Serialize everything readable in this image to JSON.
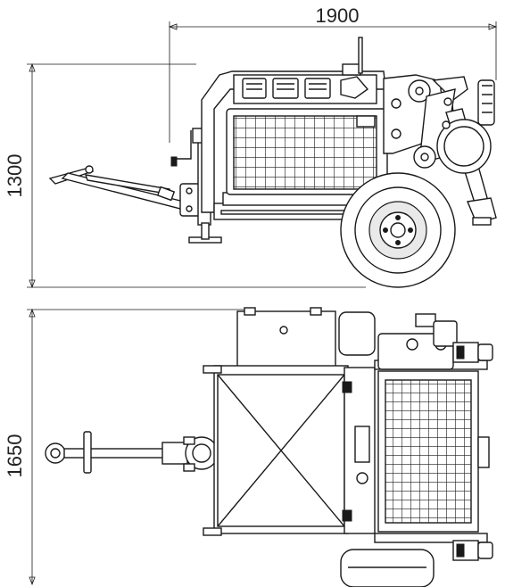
{
  "dimensions": {
    "length": "1900",
    "height": "1300",
    "width": "1650"
  },
  "colors": {
    "line": "#1a1a1a",
    "background": "#ffffff"
  }
}
